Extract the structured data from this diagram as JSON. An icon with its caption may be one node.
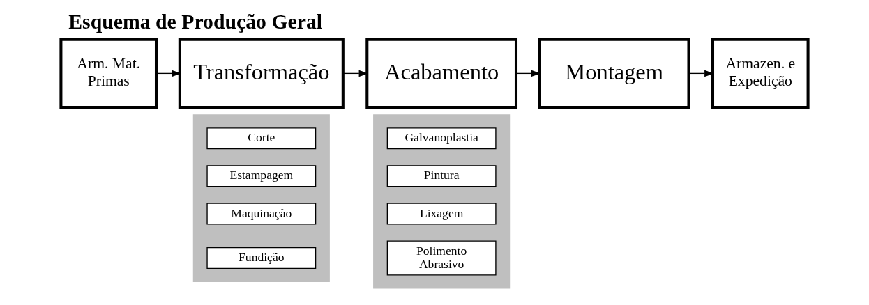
{
  "diagram": {
    "title": "Esquema de Produção Geral",
    "nodes": [
      {
        "text": [
          "Arm. Mat. Primas"
        ]
      },
      {
        "text": [
          "Transformação"
        ]
      },
      {
        "text": [],
        "shape": "box"
      },
      {
        "text": [
          "Corte"
        ],
        "in": 2
      },
      {
        "text": [
          "Estampagem"
        ],
        "in": 2
      },
      {
        "text": [
          "Maquinação"
        ],
        "in": 2
      },
      {
        "text": [
          "Fundição"
        ],
        "in": 2
      },
      {
        "text": [
          "Acabamento"
        ]
      },
      {
        "text": [],
        "shape": "box"
      },
      {
        "text": [
          "Galvanoplastia"
        ],
        "in": 8
      },
      {
        "text": [
          "Pintura"
        ],
        "in": 8
      },
      {
        "text": [
          "Lixagem"
        ],
        "in": 8
      },
      {
        "text": [
          "Polimento Abrasivo"
        ],
        "in": 8
      },
      {
        "text": [
          "Montagem"
        ]
      },
      {
        "text": [
          "Armazen. e Expedição"
        ]
      }
    ],
    "edges": [
      {
        "from": 0,
        "to": 1,
        "arrow": "to"
      },
      {
        "from": 1,
        "to": 7,
        "arrow": "to"
      },
      {
        "from": 7,
        "to": 13,
        "arrow": "to"
      },
      {
        "from": 13,
        "to": 14,
        "arrow": "to"
      }
    ]
  }
}
